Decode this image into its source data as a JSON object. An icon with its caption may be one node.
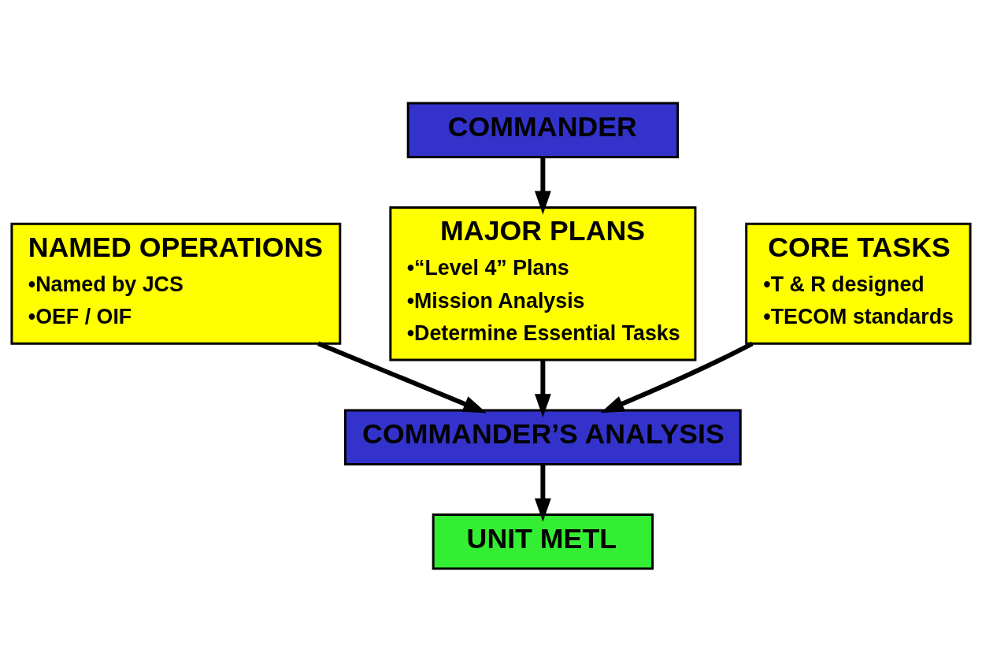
{
  "diagram": {
    "nodes": [
      {
        "text": [
          "COMMANDER"
        ]
      },
      {
        "text": [
          "NAMED OPERATIONS",
          "•Named by JCS",
          "•OEF / OIF"
        ]
      },
      {
        "text": [
          "MAJOR PLANS",
          "•“Level 4” Plans",
          "•Mission Analysis",
          "•Determine Essential Tasks"
        ]
      },
      {
        "text": [
          "CORE TASKS",
          "•T & R designed",
          "•TECOM standards"
        ]
      },
      {
        "text": [
          "COMMANDER’S ANALYSIS"
        ]
      },
      {
        "text": [
          "UNIT METL"
        ]
      }
    ],
    "edges": [
      {
        "from": 0,
        "to": 2,
        "arrow": "to"
      },
      {
        "from": 1,
        "to": 4,
        "arrow": "to"
      },
      {
        "from": 2,
        "to": 4,
        "arrow": "to"
      },
      {
        "from": 3,
        "to": 4,
        "arrow": "to"
      },
      {
        "from": 4,
        "to": 5,
        "arrow": "to"
      }
    ]
  }
}
